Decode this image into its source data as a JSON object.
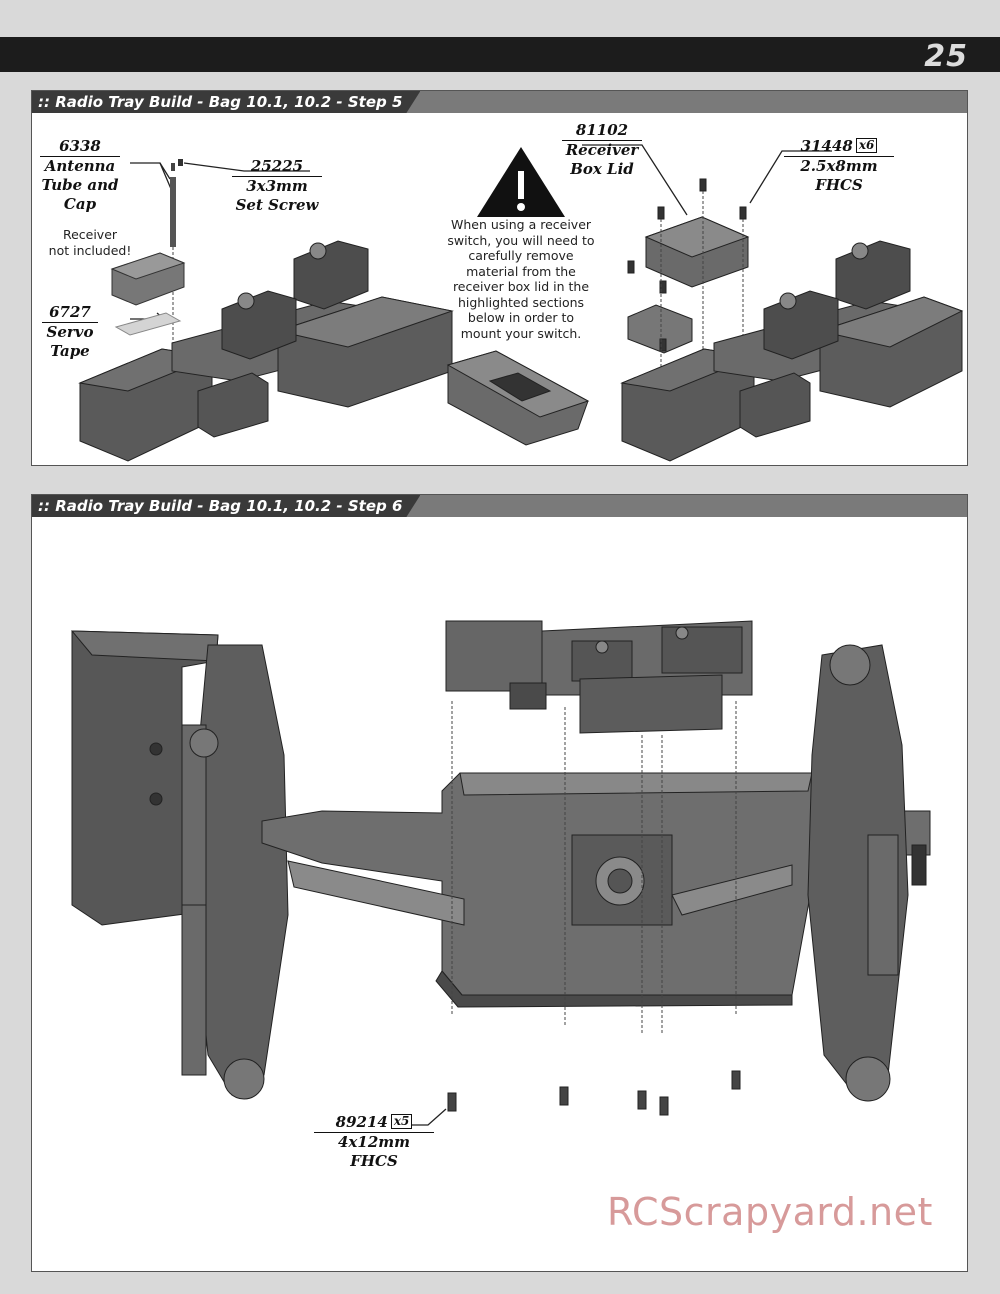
{
  "page": {
    "number": "25"
  },
  "step5": {
    "title": ":: Radio Tray Build - Bag 10.1, 10.2 - Step 5",
    "parts": {
      "antenna": {
        "number": "6338",
        "line1": "Antenna",
        "line2": "Tube and",
        "line3": "Cap"
      },
      "setscrew": {
        "number": "25225",
        "line1": "3x3mm",
        "line2": "Set Screw"
      },
      "servotape": {
        "number": "6727",
        "line1": "Servo",
        "line2": "Tape"
      },
      "lid": {
        "number": "81102",
        "line1": "Receiver",
        "line2": "Box Lid"
      },
      "fhcs": {
        "number": "31448",
        "qty": "x6",
        "line1": "2.5x8mm",
        "line2": "FHCS"
      }
    },
    "receiver_note": {
      "line1": "Receiver",
      "line2": "not included!"
    },
    "warning_note": {
      "lines": [
        "When using a receiver",
        "switch, you will need to",
        "carefully remove",
        "material from the",
        "receiver box lid in the",
        "highlighted sections",
        "below in order to",
        "mount your switch."
      ]
    }
  },
  "step6": {
    "title": ":: Radio Tray Build - Bag 10.1, 10.2 - Step 6",
    "parts": {
      "screw": {
        "number": "89214",
        "qty": "x5",
        "line1": "4x12mm",
        "line2": "FHCS"
      }
    }
  },
  "watermark": "RCScrapyard.net",
  "colors": {
    "header": "#1c1c1c",
    "title_bar": "#7a7a7a",
    "title_tab": "#3a3a3a",
    "part_dark": "#4a4a4a",
    "part_mid": "#6e6e6e",
    "part_light": "#9a9a9a",
    "watermark": "#d79a9a"
  }
}
